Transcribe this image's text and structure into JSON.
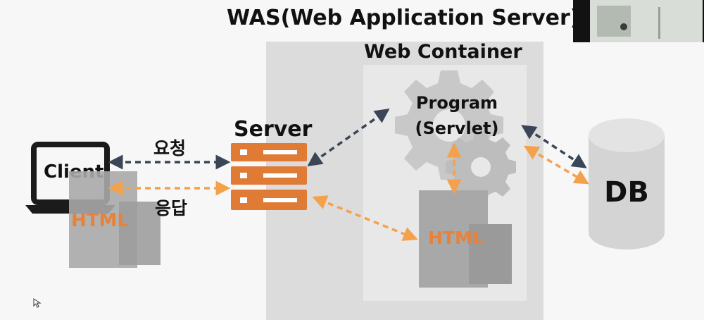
{
  "slide": {
    "title": "WAS(Web Application Server)",
    "container_label": "Web Container",
    "server_label": "Server",
    "program_label_line1": "Program",
    "program_label_line2": "(Servlet)",
    "client_label": "Client",
    "request_label": "요청",
    "response_label": "응답",
    "client_html_label": "HTML",
    "container_html_label": "HTML",
    "db_label": "DB"
  },
  "colors": {
    "background": "#f7f7f7",
    "container_outer": "#dcdcdc",
    "container_inner": "#e8e8e8",
    "server_orange": "#e07b35",
    "arrow_dark": "#3a4656",
    "arrow_orange": "#f4a14c",
    "html_text": "#e8823a",
    "doc_gray": "#a8a8a8",
    "db_gray": "#d4d4d4",
    "gear_gray": "#c8c8c8"
  },
  "icons": {
    "client": "laptop-icon",
    "server": "server-rack-icon",
    "program": "gears-icon",
    "db": "database-cylinder-icon",
    "webcam": "webcam-overlay",
    "cursor": "mouse-cursor-icon"
  }
}
